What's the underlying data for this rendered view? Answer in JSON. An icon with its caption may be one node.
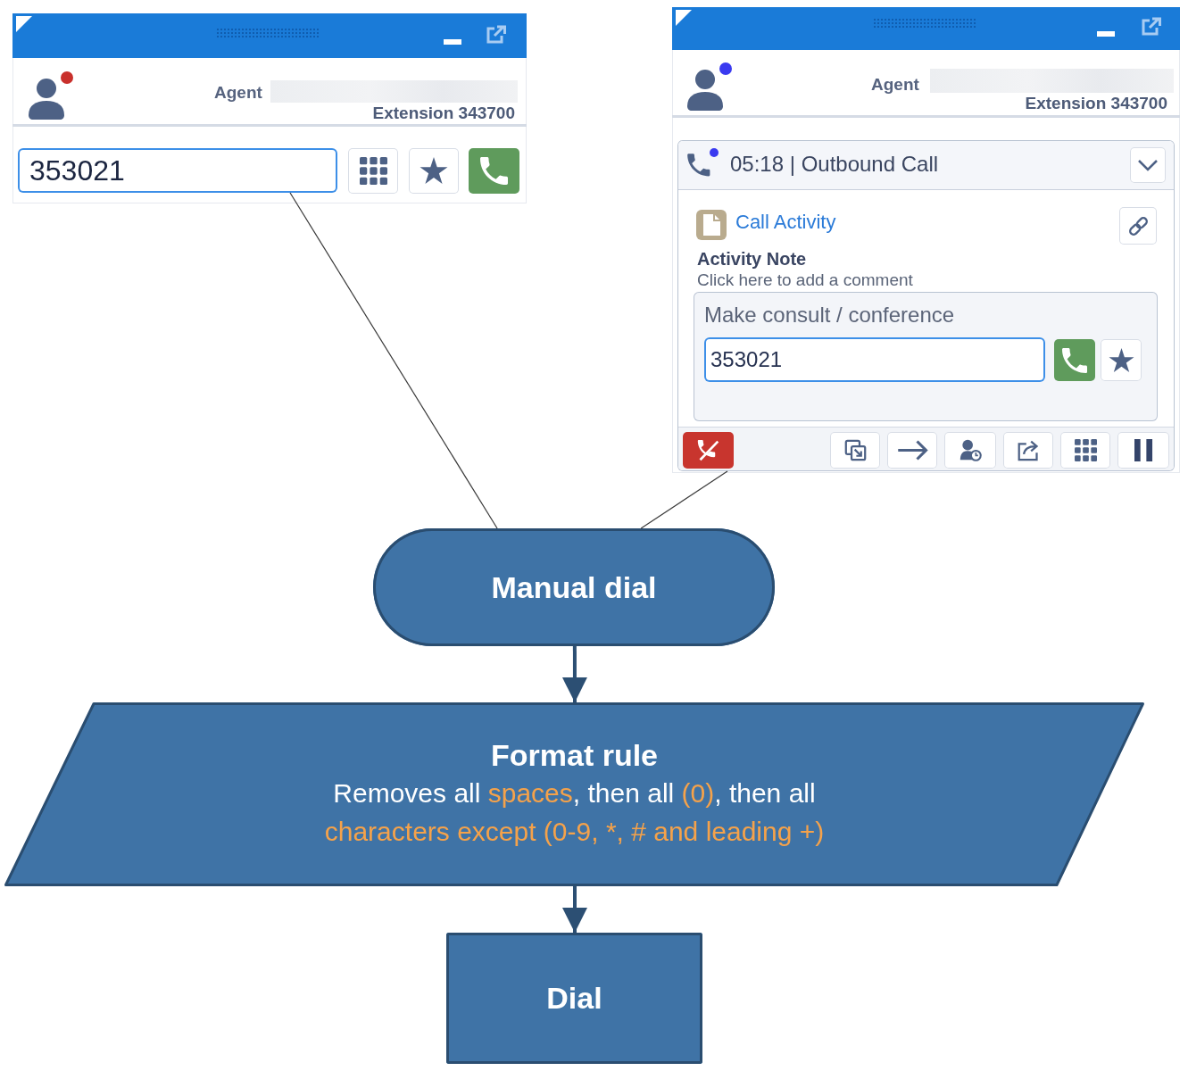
{
  "diagram": {
    "nodes": [
      {
        "text": [
          "Agent",
          "Extension 343700"
        ]
      },
      {
        "text": [],
        "shape": "bar",
        "in": 0
      },
      {
        "text": [
          "353021"
        ],
        "in": 0
      },
      {
        "text": [
          "Agent",
          "Extension 343700"
        ]
      },
      {
        "text": [],
        "shape": "bar",
        "in": 3
      },
      {
        "text": [
          "05:18 | Outbound Call",
          "Call Activity",
          "Activity Note",
          "Click here to add a comment"
        ],
        "in": 3
      },
      {
        "text": [
          "Make consult / conference"
        ],
        "in": 5
      },
      {
        "text": [
          "353021"
        ],
        "in": 6
      },
      {
        "text": [
          "Manual dial"
        ]
      },
      {
        "text": [
          "Format rule",
          "Removes all **spaces**, then all **(0)**, then all **characters except (0-9, *, # and leading +)**"
        ]
      },
      {
        "text": [
          "Dial"
        ]
      }
    ],
    "edges": [
      {
        "from": 2,
        "to": 8,
        "arrow": "none"
      },
      {
        "from": 5,
        "to": 8,
        "arrow": "none"
      },
      {
        "from": 8,
        "to": 9,
        "arrow": "to",
        "style": "thick",
        "color": "#2c4f73"
      },
      {
        "from": 9,
        "to": 10,
        "arrow": "to",
        "style": "thick",
        "color": "#2c4f73"
      }
    ]
  }
}
